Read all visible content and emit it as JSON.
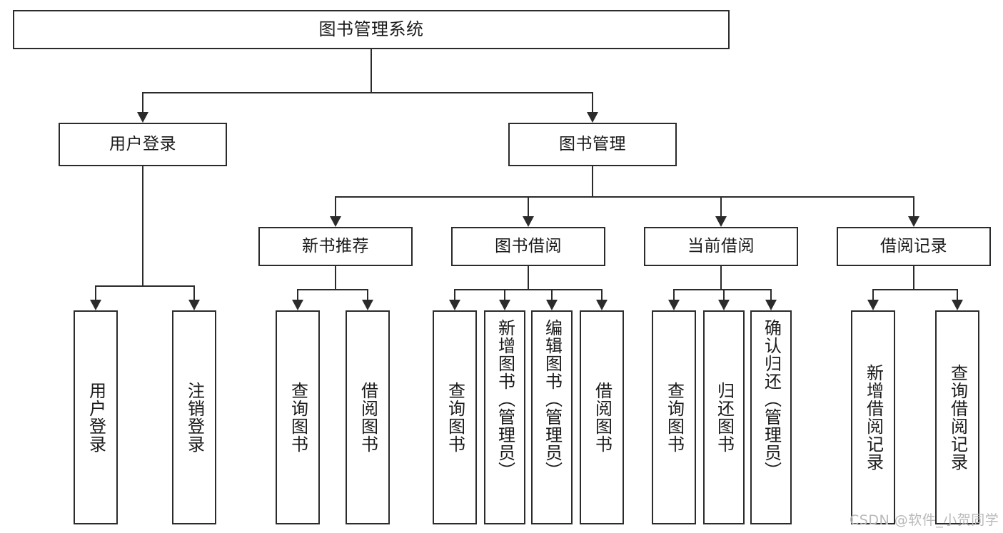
{
  "diagram": {
    "type": "tree",
    "title": "图书管理系统",
    "root": {
      "label": "图书管理系统"
    },
    "level1": [
      {
        "label": "用户登录"
      },
      {
        "label": "图书管理"
      }
    ],
    "level2": [
      {
        "label": "新书推荐"
      },
      {
        "label": "图书借阅"
      },
      {
        "label": "当前借阅"
      },
      {
        "label": "借阅记录"
      }
    ],
    "leaves": {
      "user_login": [
        {
          "label": "用户登录"
        },
        {
          "label": "注销登录"
        }
      ],
      "new_book_recommend": [
        {
          "label": "查询图书"
        },
        {
          "label": "借阅图书"
        }
      ],
      "book_borrow": [
        {
          "label": "查询图书"
        },
        {
          "label": "新增图书（管理员）"
        },
        {
          "label": "编辑图书（管理员）"
        },
        {
          "label": "借阅图书"
        }
      ],
      "current_borrow": [
        {
          "label": "查询图书"
        },
        {
          "label": "归还图书"
        },
        {
          "label": "确认归还（管理员）"
        }
      ],
      "borrow_records": [
        {
          "label": "新增借阅记录"
        },
        {
          "label": "查询借阅记录"
        }
      ]
    }
  },
  "watermark": {
    "text": "CSDN @软件_小贺同学"
  },
  "colors": {
    "stroke": "#2b2b2b",
    "background": "#ffffff",
    "text": "#1a1a1a",
    "watermark": "#b9b9b9"
  }
}
